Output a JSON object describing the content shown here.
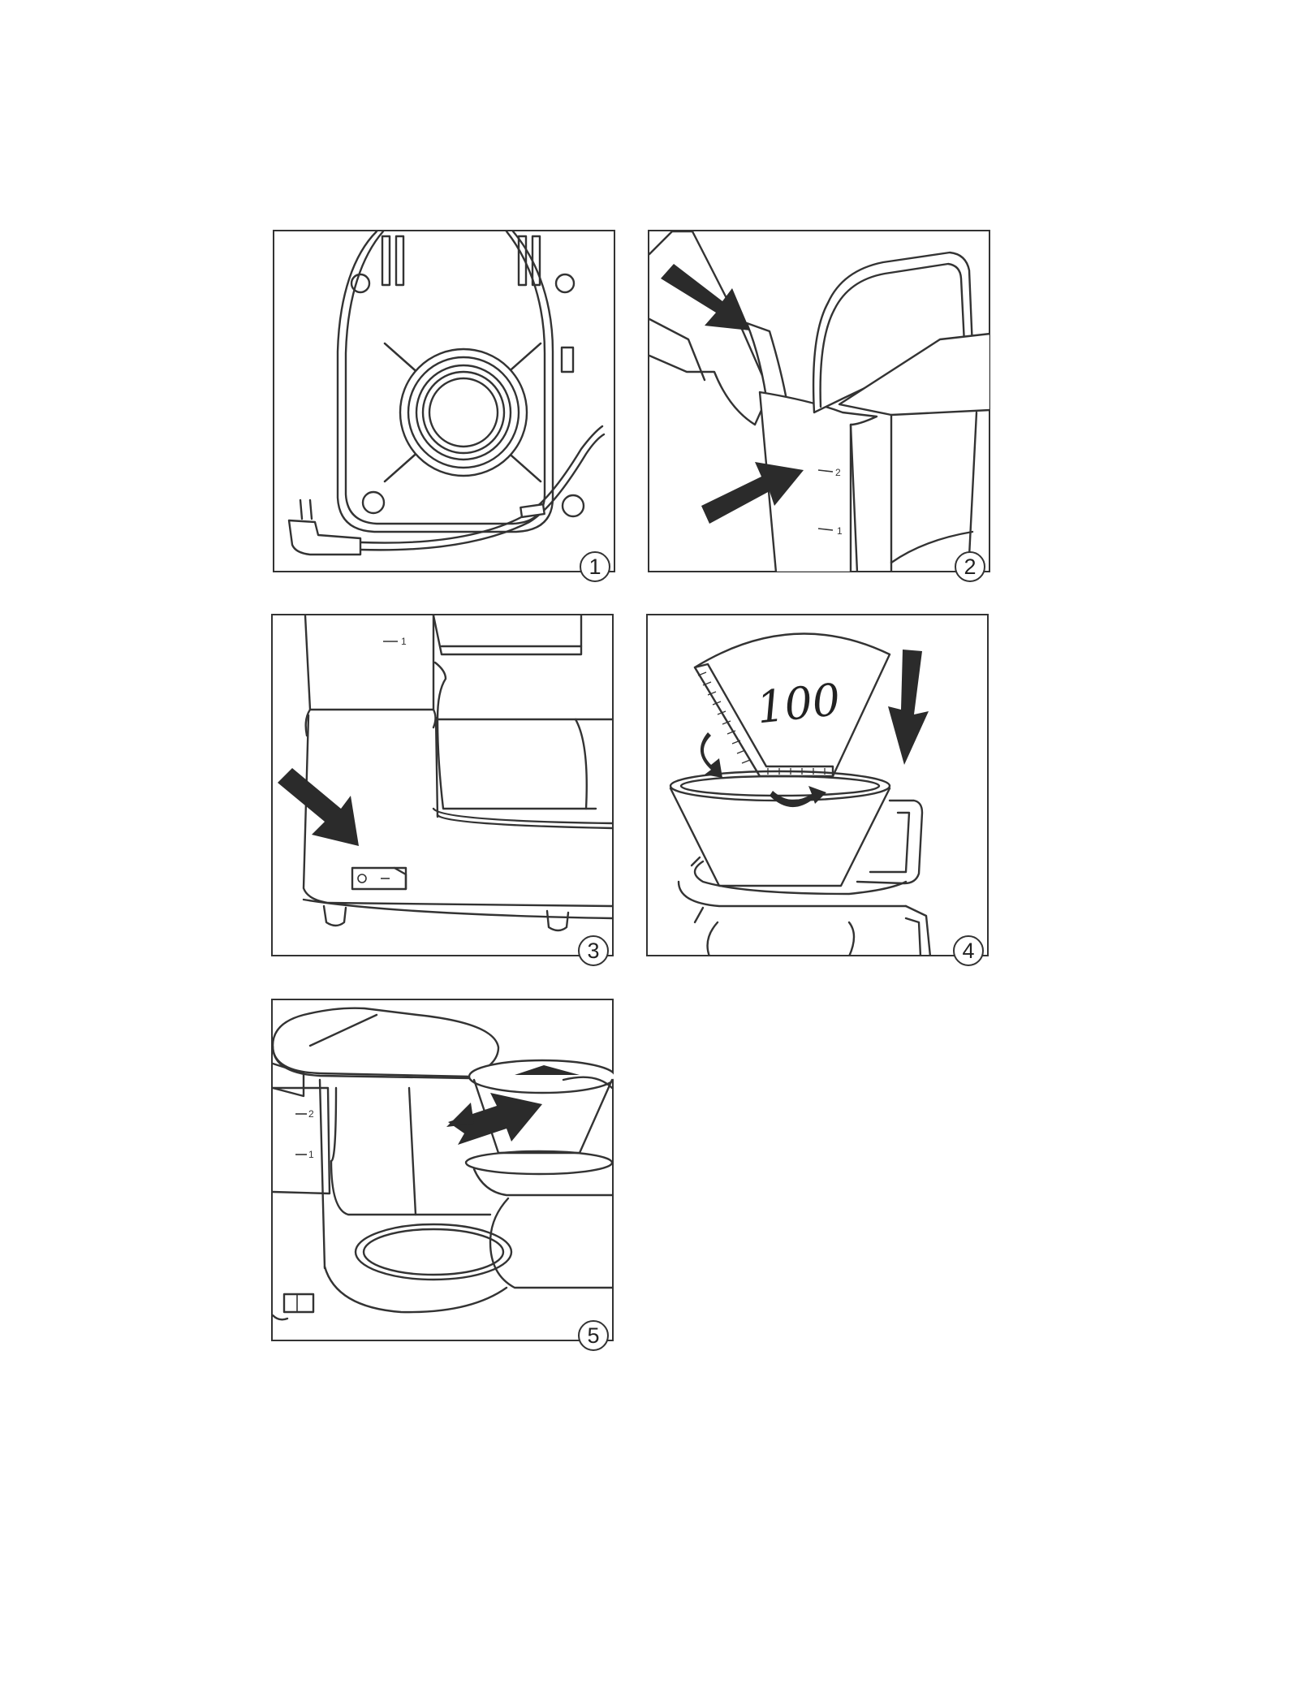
{
  "figures": [
    {
      "number": "1"
    },
    {
      "number": "2",
      "scale_marks": [
        "2",
        "1"
      ]
    },
    {
      "number": "3",
      "scale_marks": [
        "1"
      ]
    },
    {
      "number": "4",
      "filter_label": "100"
    },
    {
      "number": "5",
      "scale_marks": [
        "2",
        "1"
      ]
    }
  ],
  "icons": [
    "arrow-icon",
    "rotate-arrow-icon",
    "plug-icon",
    "switch-icon"
  ]
}
